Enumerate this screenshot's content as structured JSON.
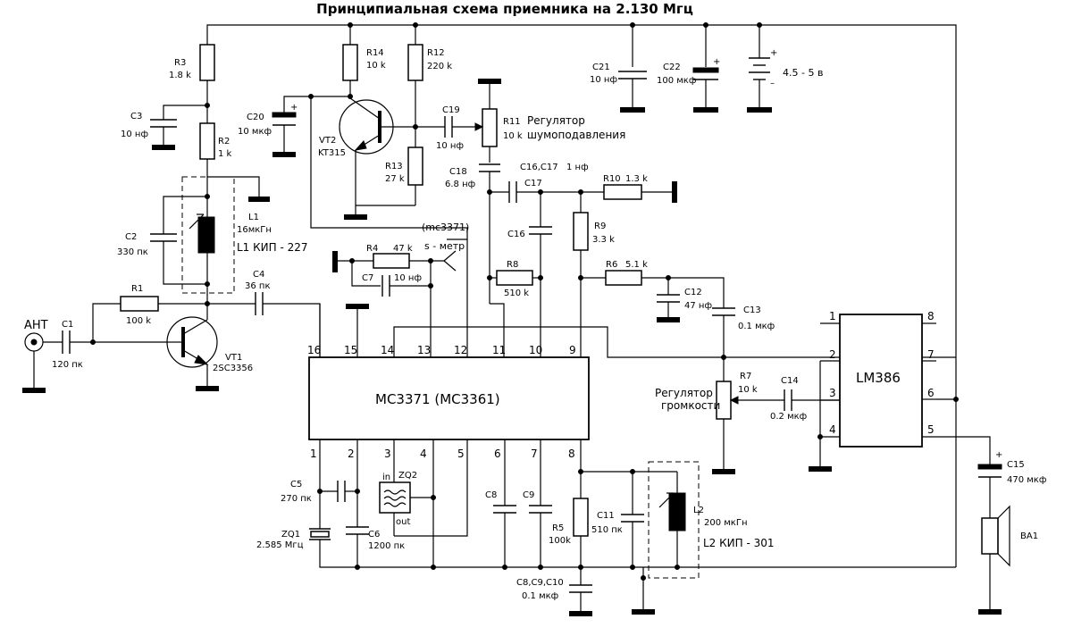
{
  "title": "Принципиальная схема приемника на 2.130 Мгц",
  "ic1": {
    "label": "MC3371 (MC3361)",
    "alt_note": "(mc3371)",
    "pins_top": [
      "16",
      "15",
      "14",
      "13",
      "12",
      "11",
      "10",
      "9"
    ],
    "pins_bottom": [
      "1",
      "2",
      "3",
      "4",
      "5",
      "6",
      "7",
      "8"
    ]
  },
  "ic2": {
    "label": "LM386",
    "pins_left": [
      "1",
      "2",
      "3",
      "4"
    ],
    "pins_right": [
      "8",
      "7",
      "6",
      "5"
    ]
  },
  "antenna": "АНТ",
  "supply": "4.5 - 5  в",
  "smeter": "s - метр",
  "r11_desc1": "Регулятор",
  "r11_desc2": "шумоподавления",
  "r7_desc1": "Регулятор",
  "r7_desc2": "громкости",
  "zq2_in": "in",
  "zq2_out": "out",
  "parts": {
    "R1": {
      "name": "R1",
      "value": "100 k"
    },
    "R2": {
      "name": "R2",
      "value": "1 k"
    },
    "R3": {
      "name": "R3",
      "value": "1.8 k"
    },
    "R4": {
      "name": "R4",
      "value": "47 k"
    },
    "R5": {
      "name": "R5",
      "value": "100k"
    },
    "R6": {
      "name": "R6",
      "value": "5.1 k"
    },
    "R7": {
      "name": "R7",
      "value": "10 k"
    },
    "R8": {
      "name": "R8",
      "value": "510 k"
    },
    "R9": {
      "name": "R9",
      "value": "3.3 k"
    },
    "R10": {
      "name": "R10",
      "value": "1.3 k"
    },
    "R11": {
      "name": "R11",
      "value": "10 k"
    },
    "R12": {
      "name": "R12",
      "value": "220 k"
    },
    "R13": {
      "name": "R13",
      "value": "27 k"
    },
    "R14": {
      "name": "R14",
      "value": "10 k"
    },
    "C1": {
      "name": "C1",
      "value": "120 пк"
    },
    "C2": {
      "name": "C2",
      "value": "330 пк"
    },
    "C3": {
      "name": "C3",
      "value": "10 нф"
    },
    "C4": {
      "name": "C4",
      "value": "36 пк"
    },
    "C5": {
      "name": "C5",
      "value": "270 пк"
    },
    "C6": {
      "name": "C6",
      "value": "1200 пк"
    },
    "C7": {
      "name": "C7",
      "value": "10 нф"
    },
    "C8": {
      "name": "C8"
    },
    "C9": {
      "name": "C9"
    },
    "C11": {
      "name": "C11",
      "value": "510 пк"
    },
    "C12": {
      "name": "C12",
      "value": "47 нф"
    },
    "C13": {
      "name": "C13",
      "value": "0.1 мкф"
    },
    "C14": {
      "name": "C14",
      "value": "0.2 мкф"
    },
    "C15": {
      "name": "C15",
      "value": "470 мкф"
    },
    "C16": {
      "name": "C16"
    },
    "C17": {
      "name": "C17"
    },
    "C16C17": {
      "name": "C16,C17",
      "value": "1 нф"
    },
    "C18": {
      "name": "C18",
      "value": "6.8 нф"
    },
    "C19": {
      "name": "C19",
      "value": "10 нф"
    },
    "C20": {
      "name": "C20",
      "value": "10 мкф"
    },
    "C21": {
      "name": "C21",
      "value": "10 нф"
    },
    "C22": {
      "name": "C22",
      "value": "100 мкф"
    },
    "C8C9C10": {
      "name": "C8,C9,C10",
      "value": "0.1 мкф"
    },
    "L1": {
      "name": "L1",
      "value": "16мкГн",
      "type": "L1  КИП - 227"
    },
    "L2": {
      "name": "L2",
      "value": "200 мкГн",
      "type": "L2  КИП - 301"
    },
    "VT1": {
      "name": "VT1",
      "value": "2SC3356"
    },
    "VT2": {
      "name": "VT2",
      "value": "KT315"
    },
    "ZQ1": {
      "name": "ZQ1",
      "value": "2.585 Мгц"
    },
    "ZQ2": {
      "name": "ZQ2"
    },
    "BA1": {
      "name": "BA1"
    }
  }
}
